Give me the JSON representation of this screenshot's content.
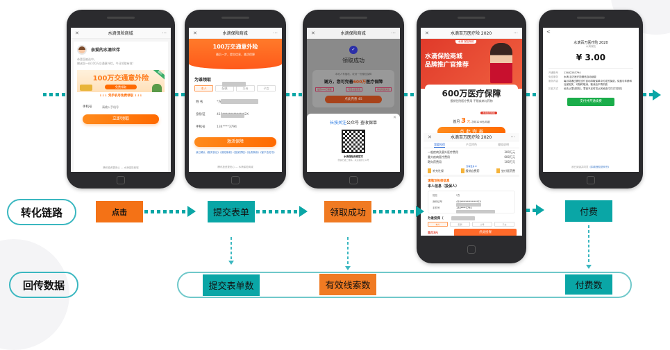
{
  "diagram": {
    "row_labels": {
      "conversion_chain": "转化链路",
      "return_data": "回传数据"
    },
    "steps": [
      {
        "label": "点击",
        "color": "#f47216"
      },
      {
        "label": "提交表单",
        "color": "#0aa6a6"
      },
      {
        "label": "领取成功",
        "color": "#f07a22"
      },
      {
        "label": "付费",
        "color": "#0aa6a6"
      }
    ],
    "metrics": [
      {
        "label": "提交表单数",
        "color": "#0aa6a6"
      },
      {
        "label": "有效线索数",
        "color": "#f07a22"
      },
      {
        "label": "付费数",
        "color": "#0aa6a6"
      }
    ],
    "colors": {
      "teal": "#0aa6a6",
      "orange": "#f47216",
      "outline": "#3ab7c0"
    }
  },
  "phones": {
    "p1": {
      "nav_title": "水滴保险商城",
      "greeting": "亲爱的水滴伙伴",
      "line1": "恭喜您被选中。",
      "line2": "赠送您一份100万交通意外险，今日领取有效!",
      "banner_title": "100万交通意外险",
      "banner_btn": "免费领取",
      "banner_badge": "福利",
      "hint": "↓↓↓ 凭手机号免费领取 ↓↓↓",
      "phone_label": "手机号",
      "phone_placeholder": "请输入手机号",
      "submit": "立即领取",
      "footer": "腾讯投资更安心 — 水滴保险商城"
    },
    "p2": {
      "nav_title": "水滴保险商城",
      "hero_title": "100万交通意外险",
      "hero_sub": "最后一步，提交信息，激活保障",
      "section": "为谁领取",
      "chips": [
        "本人",
        "配偶",
        "父母",
        "子女"
      ],
      "name_label": "姓 名",
      "name_value": "*方",
      "id_label": "身份证",
      "id_value": "410**************2X",
      "phone_label": "手机号",
      "phone_value": "134****3794",
      "submit": "激活保障",
      "agree": "我已确认《服务协议》《保险条款》《投保须知》《免责条款》《客户告知书》",
      "footer": "腾讯投资更安心 — 水滴保险商城"
    },
    "p3": {
      "nav_title": "水滴保险商城",
      "success": "领取成功",
      "sub": "本地人有福啦，收到一份赠险保障",
      "headline_a": "谢方，您可完善",
      "headline_b": "600万",
      "headline_c": "医疗保障",
      "tags": [
        "最高600万保额",
        "可垫付医药费",
        "绿色就医通道"
      ],
      "btn": "点此完善 4S",
      "modal_title_a": "长按关注",
      "modal_title_b": "公众号 查收保单",
      "qr_name": "水滴保险商城官方",
      "qr_hint": "微信扫描二维码，关注我的公众号"
    },
    "p4": {
      "nav_title": "水滴百万医疗险 2020",
      "brand": "水滴 保险商城",
      "hero1": "水滴保险商城",
      "hero2": "品牌推广官推荐",
      "title": "600万医疗保障",
      "sub": "报销住院医疗费用  不限疾病与药物",
      "badge": "水滴会员特权",
      "price_a": "首月",
      "price_b": "3",
      "price_c": "元",
      "price_d": "次月12.6元/月起",
      "btn": "点 此 完 善",
      "nav2_title": "水滴百万医疗险 2020",
      "tabs": [
        "我要投保",
        "产品特色",
        "理赔说明"
      ],
      "cov": [
        {
          "k": "一般疾病及意外医疗费用",
          "v": "300万元"
        },
        {
          "k": "重大疾病医疗费用",
          "v": "600万元"
        },
        {
          "k": "靶向药费用",
          "v": "100万元"
        }
      ],
      "more": "查看更多 ▼",
      "features": [
        "补充社保",
        "报销自费药",
        "垫付医药费"
      ],
      "form_title": "请填写投保信息",
      "self_title": "本人信息（投保人）",
      "f_name": "姓名",
      "f_name_v": "*方",
      "f_id": "身份证号",
      "f_id_v": "410**************2X",
      "f_phone": "手机号",
      "f_phone_v": "134****3794",
      "for_whom": "为谁投保（",
      "chips": [
        "本人",
        "配偶",
        "父母",
        "子女"
      ],
      "bottom_price": "首月3元",
      "bottom_btn": "点此投保"
    },
    "p5": {
      "back": "<",
      "title": "水滴百万医疗险 2020",
      "sub": "水滴保险",
      "amount": "¥ 3.00",
      "rows": [
        {
          "k": "开通账号",
          "v": "13482283794"
        },
        {
          "k": "免密服务",
          "v": "水滴-百万医疗险微信自动续费"
        },
        {
          "k": "服务内容",
          "v": "每月将通过微信支付自动扣取保单中约定的保费，保费与年龄和社保相关，可随时取消，取消后不再扣费"
        },
        {
          "k": "扣费方式",
          "v": "优先从零钱扣除，零钱不足时将从其他支付方式中扣除"
        }
      ],
      "btn": "支付并开通续费",
      "footer_a": "我已阅读并同意",
      "footer_b": "《扣款授权说明书》"
    }
  }
}
